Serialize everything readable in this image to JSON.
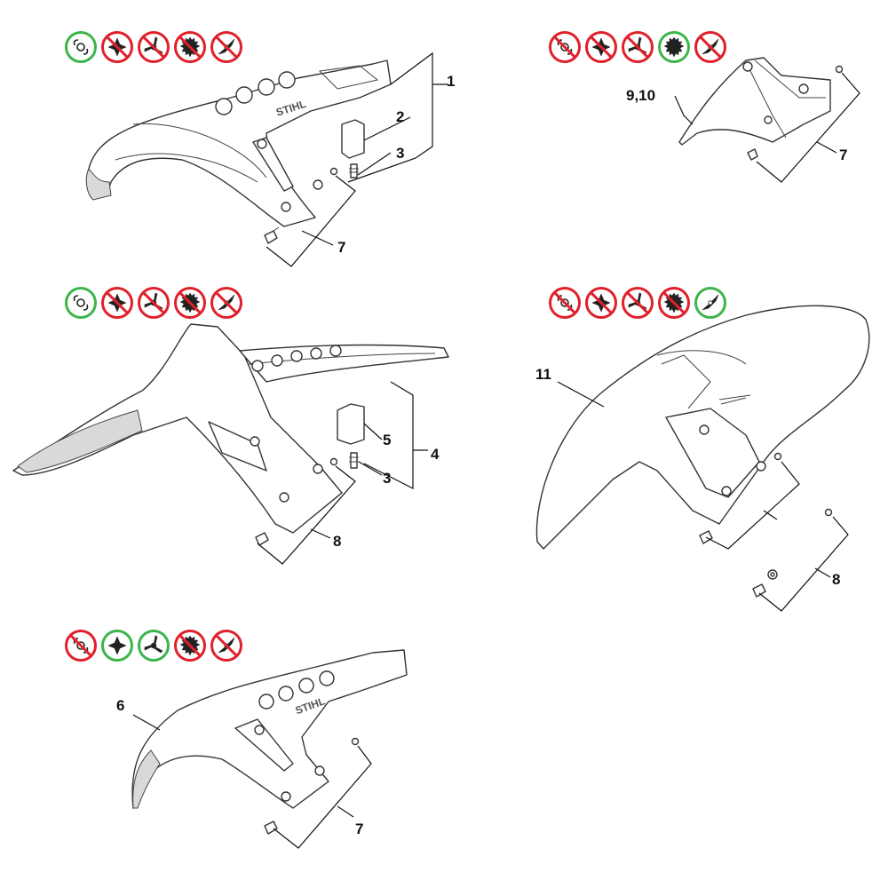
{
  "colors": {
    "allowed": "#3cb54a",
    "forbidden": "#e0202a",
    "line": "#333333"
  },
  "symbol_icons": [
    "trimmer-line-head-icon",
    "grass-cutting-blade-icon",
    "three-tooth-blade-icon",
    "saw-blade-icon",
    "two-tooth-blade-icon"
  ],
  "brand_mark": "STIHL",
  "groups": [
    {
      "name": "deflector-top-left",
      "symbols": [
        "allowed",
        "forbidden",
        "forbidden",
        "forbidden",
        "forbidden"
      ],
      "callouts": [
        "1",
        "2",
        "3",
        "7"
      ]
    },
    {
      "name": "deflector-top-right",
      "symbols": [
        "forbidden",
        "forbidden",
        "forbidden",
        "allowed",
        "forbidden"
      ],
      "callouts": [
        "9,10",
        "7"
      ]
    },
    {
      "name": "deflector-middle-left",
      "symbols": [
        "allowed",
        "forbidden",
        "forbidden",
        "forbidden",
        "forbidden"
      ],
      "callouts": [
        "5",
        "4",
        "3",
        "8"
      ]
    },
    {
      "name": "deflector-middle-right",
      "symbols": [
        "forbidden",
        "forbidden",
        "forbidden",
        "forbidden",
        "allowed"
      ],
      "callouts": [
        "11",
        "8"
      ]
    },
    {
      "name": "deflector-bottom-left",
      "symbols": [
        "forbidden",
        "allowed",
        "allowed",
        "forbidden",
        "forbidden"
      ],
      "callouts": [
        "6",
        "7"
      ]
    }
  ]
}
